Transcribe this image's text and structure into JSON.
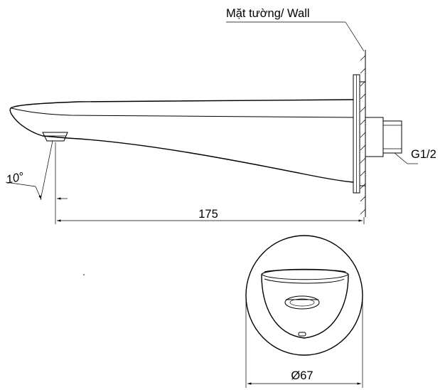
{
  "labels": {
    "wall": "Mặt tường/ Wall",
    "thread": "G1/2",
    "angle": "10°",
    "length": "175",
    "diameter": "Ø67"
  }
}
